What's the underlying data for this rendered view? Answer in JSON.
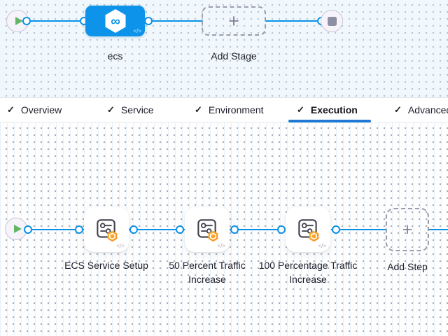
{
  "stage_pipeline": {
    "stage": {
      "label": "ecs"
    },
    "add_stage": {
      "label": "Add Stage"
    }
  },
  "tabs": {
    "items": [
      {
        "label": "Overview",
        "checked": true,
        "active": false
      },
      {
        "label": "Service",
        "checked": true,
        "active": false
      },
      {
        "label": "Environment",
        "checked": true,
        "active": false
      },
      {
        "label": "Execution",
        "checked": true,
        "active": true
      },
      {
        "label": "Advanced",
        "checked": true,
        "active": false
      }
    ]
  },
  "execution_pipeline": {
    "steps": [
      {
        "label": "ECS Service Setup"
      },
      {
        "label": "50 Percent Traffic Increase"
      },
      {
        "label": "100 Percentage Traffic Increase"
      }
    ],
    "add_step": {
      "label": "Add Step"
    }
  },
  "icons": {
    "check": "✓",
    "plus": "+",
    "code": "</>",
    "infinity": "∞"
  },
  "colors": {
    "edge_blue": "#0b92e8",
    "stage_node_blue": "#0d93e9",
    "tab_underline_blue": "#1f78d2",
    "badge_orange": "#f9a11c",
    "play_green": "#63b667"
  }
}
